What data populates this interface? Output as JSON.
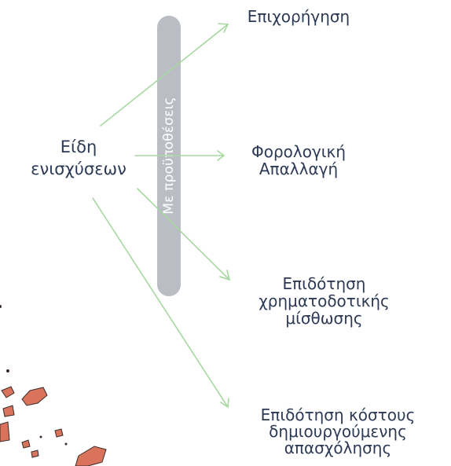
{
  "diagram": {
    "source": {
      "lines": [
        "Είδη",
        "ενισχύσεων"
      ]
    },
    "condition_bar": {
      "label": "Με προϋποθέσεις"
    },
    "targets": [
      {
        "lines": [
          "Επιχορήγηση"
        ]
      },
      {
        "lines": [
          "Φορολογική",
          "Απαλλαγή"
        ]
      },
      {
        "lines": [
          "Επιδότηση",
          "χρηματοδοτικής",
          "μίσθωσης"
        ]
      },
      {
        "lines": [
          "Επιδότηση κόστους",
          "δημιουργούμενης",
          "απασχόλησης"
        ]
      }
    ],
    "colors": {
      "arrow": "#a6d8a0",
      "bar": "#babdc4",
      "text": "#2d3a55",
      "map": "#d9735c"
    }
  }
}
